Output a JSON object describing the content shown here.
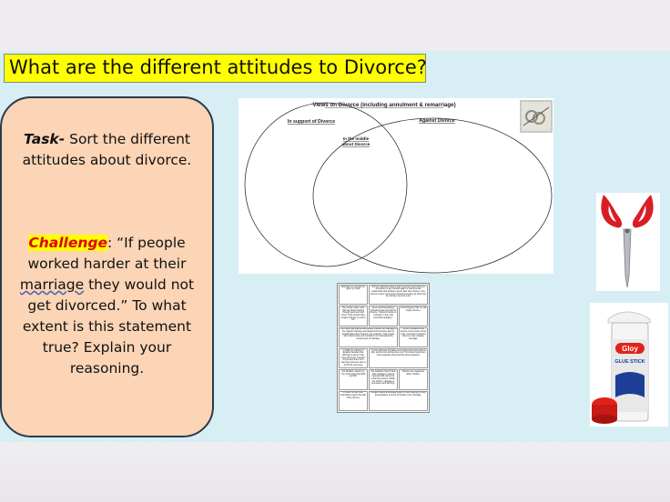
{
  "title": "What are the different attitudes to Divorce?",
  "task": {
    "label": "Task-",
    "text": " Sort the different attitudes about divorce."
  },
  "challenge": {
    "label": "Challenge",
    "text_before": ":  “If people worked harder at their ",
    "underlined_word": "marriage",
    "text_after": " they would not get divorced.” To what extent is this statement true? Explain your reasoning."
  },
  "venn": {
    "heading": "Views on Divorce (including annulment & remarriage)",
    "left_label": "In support of Divorce",
    "middle_label_1": "In the middle",
    "middle_label_2": "about Divorce",
    "right_label": "Against Divorce"
  },
  "cards": [
    "Marriage is a sacrament given by Gods",
    "Roman Catholics believe that if a person gets divorced and wants to get married again or has a sexual relationship with another person after their divorce, they cannot receive communion (bread and wine) as what they are doing is seen as a sin",
    "The couple make vows that say about working through good and bad times. They should have couples therapy to work it out.",
    "Jesus said that adultery (cheating) was grounds for divorce. “whoever looks on a woman in lust, has committed adultery”.",
    "If God forgives SIN, he will forgive divorce.",
    "The Pope may grant an annulment (cancel the marriage) if the original marriage was flawed and therefore did not actually take place properly. For example: if the couple who married were not mentally fit to understand the seriousness of marriage.",
    "Some Christians think divorce is the lesser of two evils. It is better to divorce than be in an unhappy marriage.",
    "In 1981 the Church of England decided that although a person has been divorced, it should not prevent them from marrying someone else in a Church ceremony",
    "“A man will leave his father and mother and unite with his wife, and the two will become one” No human being then must separate what God has joined together.",
    "For Muslims, divorce is “the worst thing that Allah permits”",
    "The Catholic Church think that marriage is sacred (special) that cannot be ended by divorce. Within the church, marriage is permanent and life long.",
    "Divorce can negatively affect children.",
    "In Islam, a man must financially support his wife if they divorce.",
    "Religion would encourage prayer to God, asking for help and guidance in times of trouble in the marriage."
  ],
  "glue_label": "GLUE STICK",
  "glue_brand": "Gloy",
  "colors": {
    "title_bg": "#ffff00",
    "card_bg": "#fbd5b6",
    "challenge_text": "#e00000",
    "slide_bg": "#d7eef5"
  }
}
